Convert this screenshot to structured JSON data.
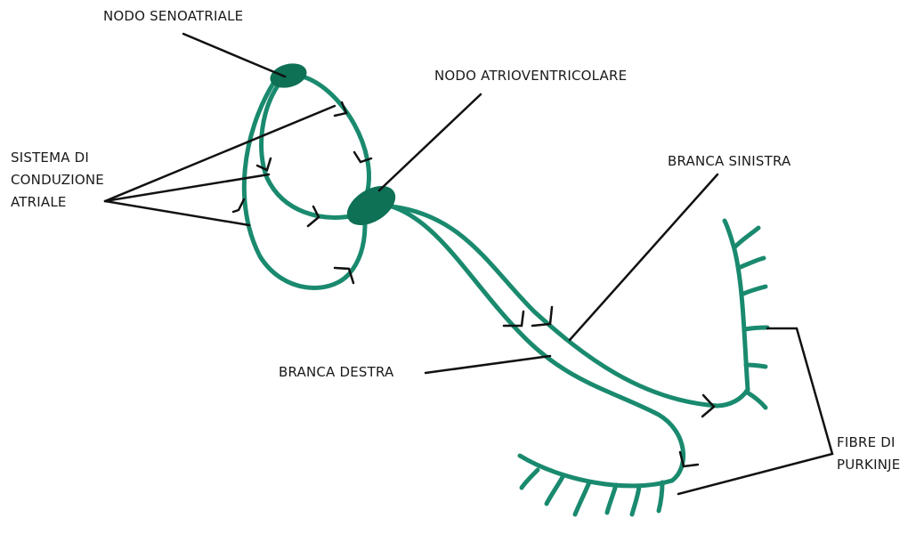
{
  "labels": {
    "sa_node": "NODO SENOATRIALE",
    "av_node": "NODO ATRIOVENTRICOLARE",
    "atrial_conduction": [
      "SISTEMA DI",
      "CONDUZIONE",
      "ATRIALE"
    ],
    "left_bundle": "BRANCA SINISTRA",
    "right_bundle": "BRANCA DESTRA",
    "purkinje": [
      "FIBRE DI",
      "PURKINJE"
    ]
  },
  "colors": {
    "conduction_path": "#1a8a6e",
    "node": "#0e7055",
    "leader": "#111111",
    "text": "#1a1a1a"
  }
}
